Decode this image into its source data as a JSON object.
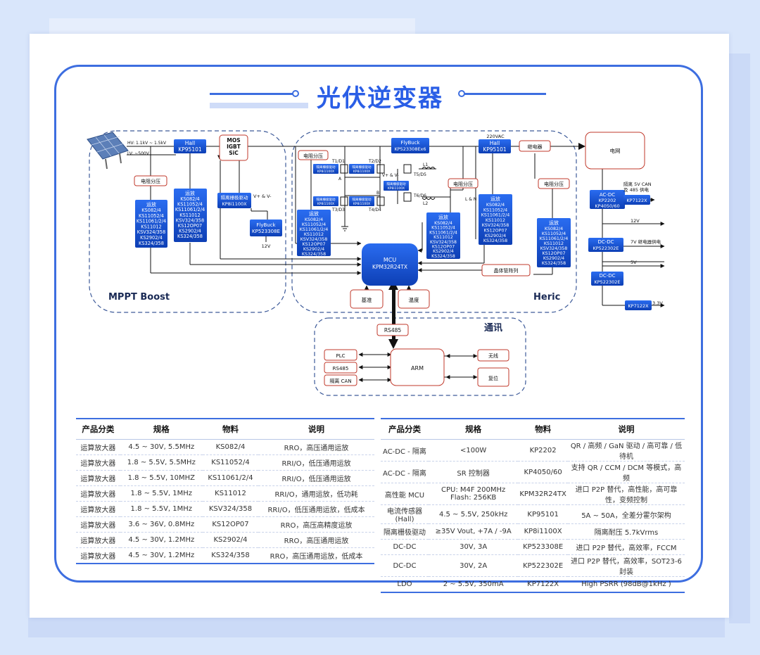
{
  "title": "光伏逆变器",
  "regions": {
    "mppt": "MPPT Boost",
    "heric": "Heric",
    "comm": "通讯"
  },
  "labels": {
    "hv": "HV: 1.1kV ~ 1.5kV",
    "lv": "LV: ~500V",
    "hall": "Hall",
    "hall_part": "KP95101",
    "mos1": "MOS",
    "mos2": "IGBT",
    "mos3": "SiC",
    "res_div": "电阻分压",
    "opamp": "运放",
    "opamp_list_a": [
      "KS082/4",
      "KS11052/4",
      "KS11061/2/4",
      "KS11012",
      "KSV324/358",
      "KS2902/4",
      "KS324/358"
    ],
    "opamp_list_b": [
      "KS082/4",
      "KS11052/4",
      "KS11061/2/4",
      "KS11012",
      "KSV324/358",
      "KS12OP07",
      "KS2902/4",
      "KS324/358"
    ],
    "iso_drv": "隔离栅极驱动",
    "iso_drv_part": "KP8i1100X",
    "vpm": "V+ & V-",
    "flyback": "FlyBuck",
    "flyback_part": "KP523308E",
    "flyback_part_x6": "KP523308Ex6",
    "v12": "12V",
    "t1": "T1/D1",
    "t2": "T2/D2",
    "t3": "T3/D3",
    "t4": "T4/D4",
    "t5": "T5/D5",
    "t6": "T6/D6",
    "node_a": "A",
    "node_b": "B",
    "l1": "L1",
    "l2": "L2",
    "ln": "L & N",
    "vac": "220VAC",
    "relay": "继电器",
    "grid": "电网",
    "mcu": "MCU",
    "mcu_part": "KPM32R24TX",
    "transistor_array": "晶体管阵列",
    "ref": "基准",
    "temp": "温度",
    "rs485": "RS485",
    "plc": "PLC",
    "iso_can": "隔离 CAN",
    "arm": "ARM",
    "wireless": "无线",
    "reset": "复位",
    "acdc": "AC-DC",
    "acdc_p1": "KP2202",
    "acdc_p2": "KP4050/60",
    "iso_5v": "隔离 5V CAN",
    "iso_5v_2": "及 485 供电",
    "ldo": "KP7122X",
    "dcdc": "DC-DC",
    "dcdc_part1": "KP522302E",
    "dcdc_part2": "KP522302E",
    "relay_pwr": "7V 继电器供电",
    "v5": "5V",
    "v33": "3.3V"
  },
  "table_left": {
    "headers": [
      "产品分类",
      "规格",
      "物料",
      "说明"
    ],
    "rows": [
      [
        "运算放大器",
        "4.5 ~ 30V, 5.5MHz",
        "KS082/4",
        "RRO，高压通用运放"
      ],
      [
        "运算放大器",
        "1.8 ~ 5.5V, 5.5MHz",
        "KS11052/4",
        "RRI/O，低压通用运放"
      ],
      [
        "运算放大器",
        "1.8 ~ 5.5V, 10MHZ",
        "KS11061/2/4",
        "RRI/O，低压通用运放"
      ],
      [
        "运算放大器",
        "1.8 ~ 5.5V, 1MHz",
        "KS11012",
        "RRI/O，通用运放，低功耗"
      ],
      [
        "运算放大器",
        "1.8 ~ 5.5V, 1MHz",
        "KSV324/358",
        "RRI/O，低压通用运放，低成本"
      ],
      [
        "运算放大器",
        "3.6 ~ 36V, 0.8MHz",
        "KS12OP07",
        "RRO，高压高精度运放"
      ],
      [
        "运算放大器",
        "4.5 ~ 30V, 1.2MHz",
        "KS2902/4",
        "RRO，高压通用运放"
      ],
      [
        "运算放大器",
        "4.5 ~ 30V, 1.2MHz",
        "KS324/358",
        "RRO，高压通用运放，低成本"
      ]
    ]
  },
  "table_right": {
    "headers": [
      "产品分类",
      "规格",
      "物料",
      "说明"
    ],
    "rows": [
      [
        "AC-DC - 隔离",
        "<100W",
        "KP2202",
        "QR / 高频 / GaN 驱动 / 高可靠 / 低待机"
      ],
      [
        "AC-DC - 隔离",
        "SR 控制器",
        "KP4050/60",
        "支持 QR / CCM / DCM 等模式，高频"
      ],
      [
        "高性能 MCU",
        "CPU: M4F 200MHz Flash: 256KB",
        "KPM32R24TX",
        "进口 P2P 替代，高性能，高可靠性，变频控制"
      ],
      [
        "电流传感器 (Hall)",
        "4.5 ~ 5.5V, 250kHz",
        "KP95101",
        "5A ~ 50A，全差分霍尔架构"
      ],
      [
        "隔离栅极驱动",
        "≥35V Vout, +7A / -9A",
        "KP8i1100X",
        "隔离耐压 5.7kVrms"
      ],
      [
        "DC-DC",
        "30V, 3A",
        "KP523308E",
        "进口 P2P 替代，高效率，FCCM"
      ],
      [
        "DC-DC",
        "30V, 2A",
        "KP522302E",
        "进口 P2P 替代，高效率，SOT23-6 封装"
      ],
      [
        "LDO",
        "2 ~ 5.5V, 350mA",
        "KP7122X",
        "High PSRR (98dB@1kHz )"
      ]
    ]
  },
  "colors": {
    "accent": "#3d6ee0",
    "chip": "#1f5fe0",
    "red_box": "#c0392b"
  }
}
